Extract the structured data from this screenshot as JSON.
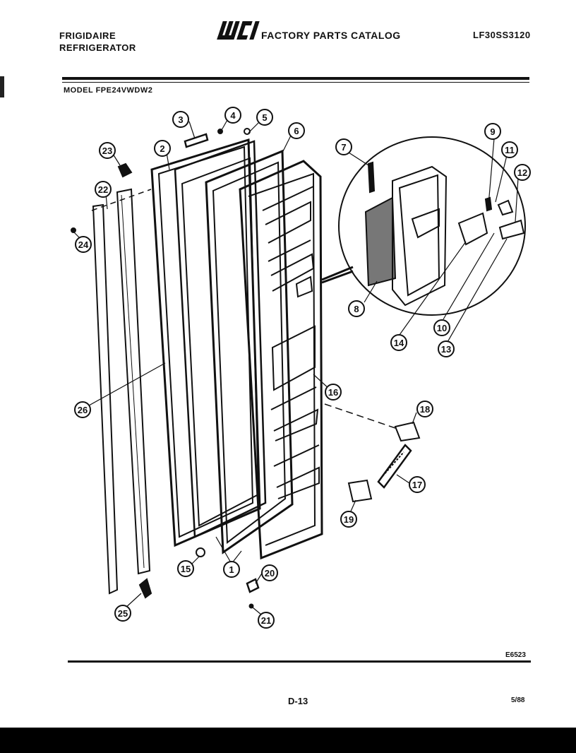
{
  "header": {
    "brand_line1": "FRIGIDAIRE",
    "brand_line2": "REFRIGERATOR",
    "logo_text": "WCI",
    "catalog_title": "FACTORY PARTS CATALOG",
    "catalog_number": "LF30SS3120"
  },
  "model": "MODEL FPE24VWDW2",
  "callouts": [
    "1",
    "2",
    "3",
    "4",
    "5",
    "6",
    "7",
    "8",
    "9",
    "10",
    "11",
    "12",
    "13",
    "14",
    "15",
    "16",
    "17",
    "18",
    "19",
    "20",
    "21",
    "22",
    "23",
    "24",
    "25",
    "26"
  ],
  "footer": {
    "figure_code": "E6523",
    "page_number": "D-13",
    "date": "5/88"
  }
}
